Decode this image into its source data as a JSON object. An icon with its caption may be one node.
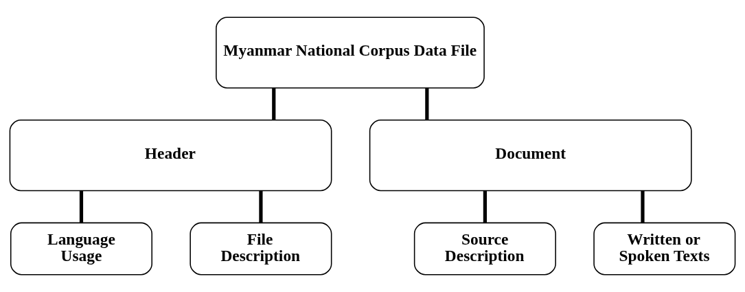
{
  "diagram": {
    "nodes": [
      {
        "text": [
          "Myanmar National Corpus Data File"
        ]
      },
      {
        "text": [
          "Header"
        ]
      },
      {
        "text": [
          "Document"
        ]
      },
      {
        "text": [
          "Language Usage"
        ]
      },
      {
        "text": [
          "File Description"
        ]
      },
      {
        "text": [
          "Source Description"
        ]
      },
      {
        "text": [
          "Written or Spoken Texts"
        ]
      }
    ],
    "edges": [
      {
        "from": 0,
        "to": 1,
        "arrow": "none"
      },
      {
        "from": 0,
        "to": 2,
        "arrow": "none"
      },
      {
        "from": 1,
        "to": 3,
        "arrow": "none"
      },
      {
        "from": 1,
        "to": 4,
        "arrow": "none"
      },
      {
        "from": 2,
        "to": 5,
        "arrow": "none"
      },
      {
        "from": 2,
        "to": 6,
        "arrow": "none"
      }
    ]
  }
}
